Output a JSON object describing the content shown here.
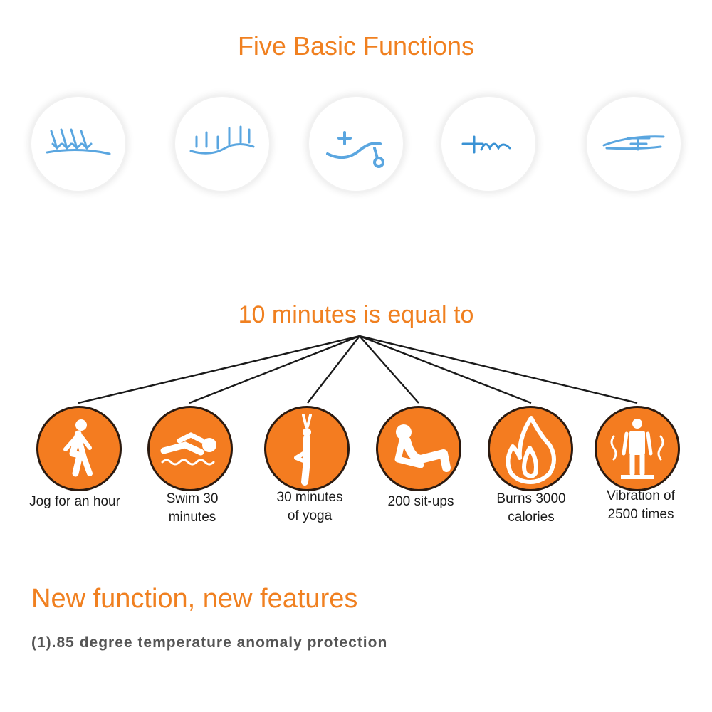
{
  "header": {
    "title": "Five Basic Functions"
  },
  "functions": [
    {
      "icon": "kneading-arrows-icon"
    },
    {
      "icon": "tapping-lines-icon"
    },
    {
      "icon": "acupuncture-plus-icon"
    },
    {
      "icon": "massage-wave-icon"
    },
    {
      "icon": "scraping-icon"
    }
  ],
  "equivalence": {
    "title": "10 minutes is equal to",
    "items": [
      {
        "icon": "walking-person-icon",
        "line1": "Jog for an hour",
        "line2": ""
      },
      {
        "icon": "swimmer-icon",
        "line1": "Swim 30",
        "line2": "minutes"
      },
      {
        "icon": "yoga-pose-icon",
        "line1": "30 minutes",
        "line2": "of yoga"
      },
      {
        "icon": "sit-up-icon",
        "line1": "200 sit-ups",
        "line2": ""
      },
      {
        "icon": "flame-icon",
        "line1": "Burns 3000",
        "line2": "calories"
      },
      {
        "icon": "vibrating-person-icon",
        "line1": "Vibration of",
        "line2": "2500 times"
      }
    ]
  },
  "features": {
    "heading": "New function, new features",
    "line": "(1).85 degree temperature anomaly protection"
  },
  "colors": {
    "accent": "#f08020",
    "circle_fill": "#f47c20",
    "icon_blue": "#5aa6e0"
  }
}
